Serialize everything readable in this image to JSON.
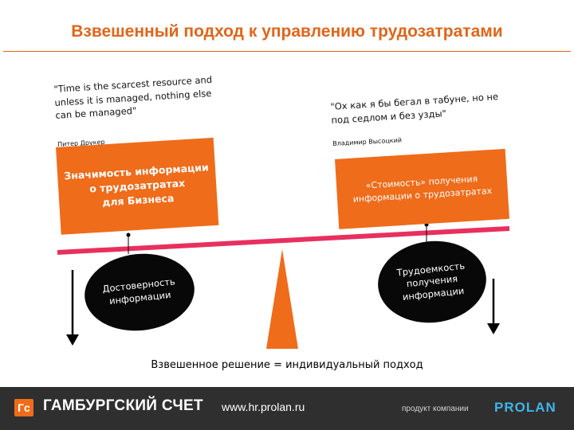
{
  "title": "Взвешенный подход к  управлению трудозатратами",
  "left": {
    "quote": "\"Time is the scarcest resource and\nunless it is managed, nothing else\ncan be managed\"",
    "author": "Питер Друкер",
    "box": "Значимость информации\nо трудозатратах\nдля Бизнеса",
    "oval": "Достоверность\nинформации"
  },
  "right": {
    "quote": "\"Ох как я бы бегал в табуне, но не\nпод седлом и без узды\"",
    "author": "Владимир Высоцкий",
    "box": "«Стоимость» получения\nинформации о трудозатратах",
    "oval": "Трудоемкость\nполучения\nинформации"
  },
  "conclusion": "Взвешенное решение = индивидуальный подход",
  "footer": {
    "logo_mark": "Гс",
    "brand": "ГАМБУРГСКИЙ СЧЕТ",
    "url": "www.hr.prolan.ru",
    "product": "продукт компании",
    "company": "PROLAN"
  },
  "colors": {
    "accent": "#ef6c1a",
    "beam": "#e8305f",
    "oval": "#080808",
    "footer": "#2f2f2f",
    "company": "#40b4ea"
  }
}
